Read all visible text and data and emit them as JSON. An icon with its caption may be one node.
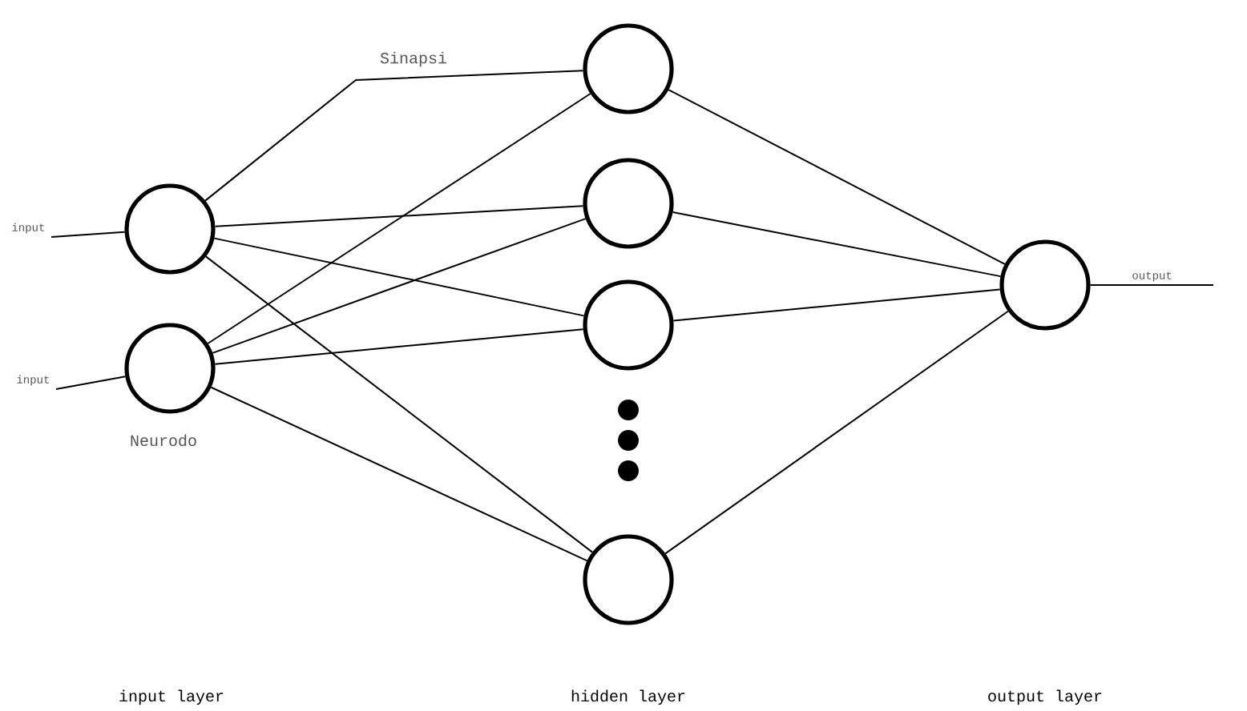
{
  "diagram": {
    "nodes": [
      {
        "text": [],
        "shape": "circle"
      },
      {
        "text": [],
        "shape": "circle",
        "beside": [
          "Neurodo"
        ]
      },
      {
        "text": [],
        "shape": "circle"
      },
      {
        "text": [],
        "shape": "circle"
      },
      {
        "text": [],
        "shape": "circle"
      },
      {
        "text": [],
        "shape": "circle"
      },
      {
        "text": [],
        "shape": "circle"
      }
    ],
    "edges": [
      {
        "from": null,
        "to": 0,
        "arrow": "none",
        "label": "input"
      },
      {
        "from": null,
        "to": 1,
        "arrow": "none",
        "label": "input"
      },
      {
        "from": 0,
        "to": 2,
        "arrow": "none",
        "label": "Sinapsi"
      },
      {
        "from": 0,
        "to": 3,
        "arrow": "none"
      },
      {
        "from": 0,
        "to": 4,
        "arrow": "none"
      },
      {
        "from": 0,
        "to": 5,
        "arrow": "none"
      },
      {
        "from": 1,
        "to": 2,
        "arrow": "none"
      },
      {
        "from": 1,
        "to": 3,
        "arrow": "none"
      },
      {
        "from": 1,
        "to": 4,
        "arrow": "none"
      },
      {
        "from": 1,
        "to": 5,
        "arrow": "none"
      },
      {
        "from": 2,
        "to": 6,
        "arrow": "none"
      },
      {
        "from": 3,
        "to": 6,
        "arrow": "none"
      },
      {
        "from": 4,
        "to": 6,
        "arrow": "none"
      },
      {
        "from": 5,
        "to": 6,
        "arrow": "none"
      },
      {
        "from": 6,
        "to": null,
        "arrow": "none",
        "label": "output"
      }
    ],
    "labels": [
      "input layer",
      "hidden layer",
      "output layer"
    ]
  }
}
